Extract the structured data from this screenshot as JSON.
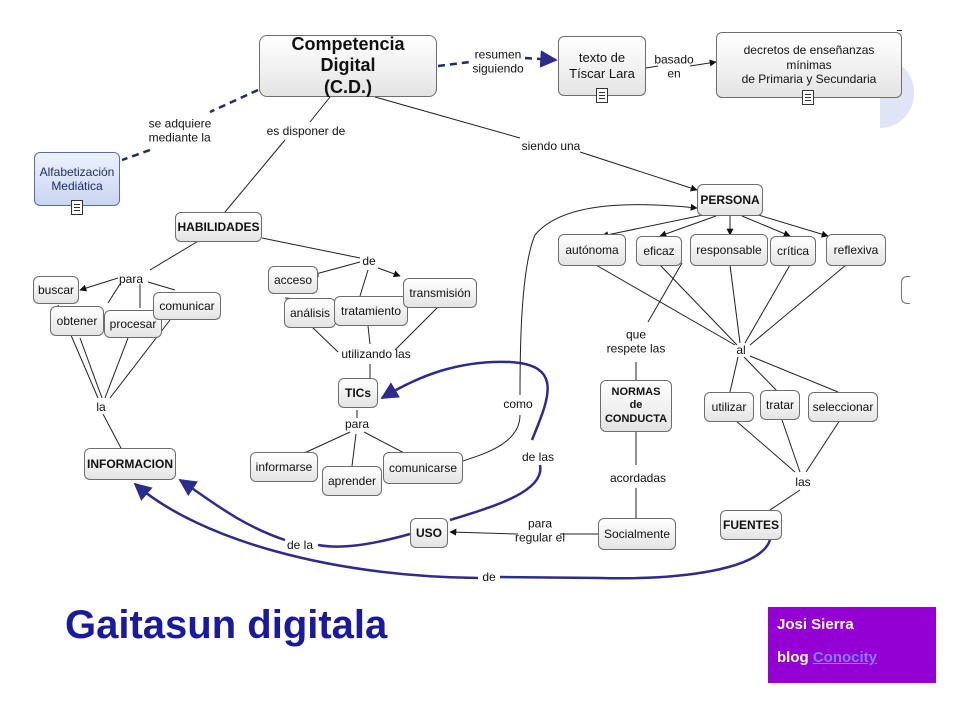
{
  "nodes": {
    "cd": "Competencia Digital\n(C.D.)",
    "texto": "texto de\nTíscar Lara",
    "decretos": "decretos de enseñanzas mínimas\nde Primaria y Secundaria",
    "alfabetizacion": "Alfabetización\nMediática",
    "habilidades": "HABILIDADES",
    "persona": "PERSONA",
    "autonoma": "autónoma",
    "eficaz": "eficaz",
    "responsable": "responsable",
    "critica": "crítica",
    "reflexiva": "reflexiva",
    "buscar": "buscar",
    "obtener": "obtener",
    "procesar": "procesar",
    "comunicar": "comunicar",
    "acceso": "acceso",
    "analisis": "análisis",
    "tratamiento": "tratamiento",
    "transmision": "transmisión",
    "tics": "TICs",
    "informarse": "informarse",
    "aprender": "aprender",
    "comunicarse": "comunicarse",
    "informacion": "INFORMACION",
    "normas": "NORMAS de\nCONDUCTA",
    "utilizar": "utilizar",
    "tratar": "tratar",
    "seleccionar": "seleccionar",
    "uso": "USO",
    "socialmente": "Socialmente",
    "fuentes": "FUENTES"
  },
  "links": {
    "resumen": "resumen\nsiguiendo",
    "basado": "basado\nen",
    "se_adquiere": "se adquiere\nmediante la",
    "es_disponer": "es disponer de",
    "siendo_una": "siendo una",
    "para_hab": "para",
    "de_hab": "de",
    "la_info": "la",
    "utilizando": "utilizando las",
    "para_tics": "para",
    "como": "como",
    "de_las": "de las",
    "que_respete": "que\nrespete las",
    "al": "al",
    "acordadas": "acordadas",
    "las": "las",
    "para_regular": "para\nregular el",
    "de_la": "de la",
    "de": "de"
  },
  "title": "Gaitasun digitala",
  "credit": {
    "author": "Josi Sierra",
    "blog_prefix": "blog",
    "blog_link": "Conocity"
  },
  "colors": {
    "node_border": "#6d6d6d",
    "blue_link": "#2c2c8a",
    "title": "#1a1a9e",
    "credit_bg": "#9400d3",
    "link_text": "#7f7fff"
  }
}
